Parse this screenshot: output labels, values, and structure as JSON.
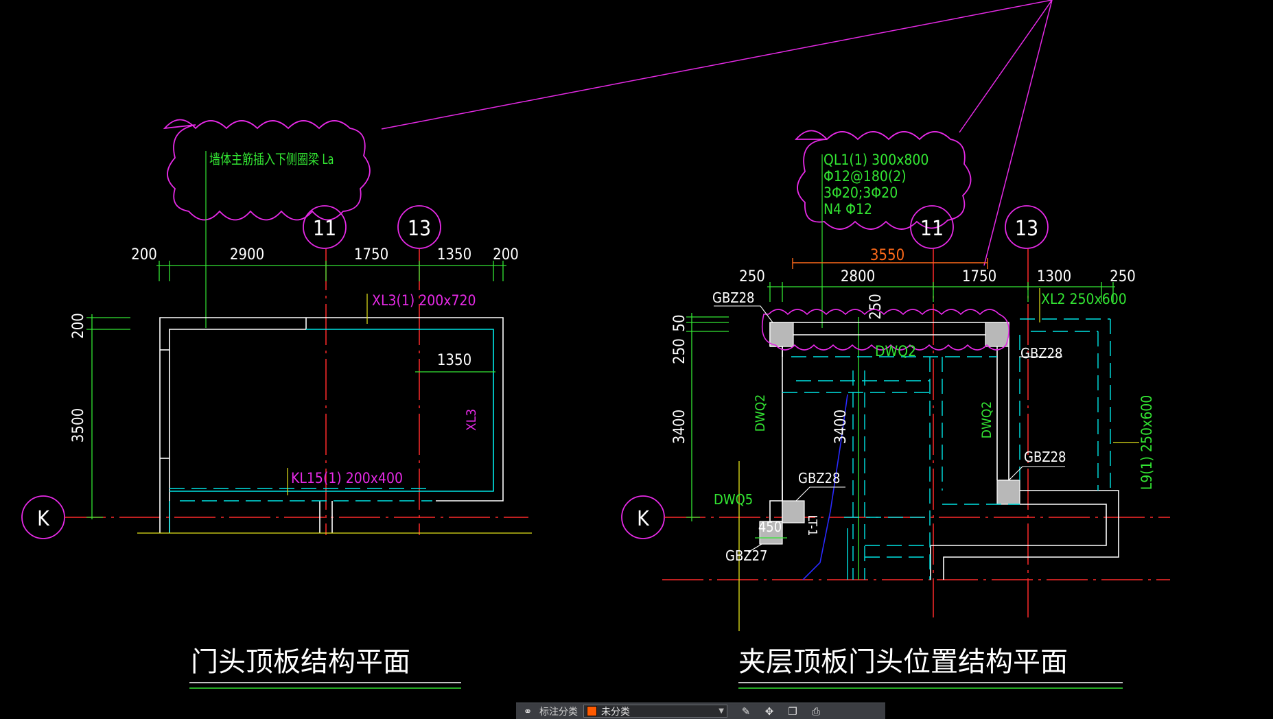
{
  "colors": {
    "background": "#000000",
    "wall": "#ffffff",
    "axis": "#ff2a2a",
    "dimension": "#33e633",
    "beam": "#00e5e5",
    "revision": "#e62ae6",
    "leader": "#e62ae6",
    "highlight": "#ff6a1a",
    "column_fill": "#b8b8b8",
    "stair": "#2a2aff"
  },
  "left_plan": {
    "title": "门头顶板结构平面",
    "cloud_note": "墙体主筋插入下侧圈梁 La",
    "axis_11": "11",
    "axis_13": "13",
    "axis_k": "K",
    "dims_top": [
      "200",
      "2900",
      "1750",
      "1350",
      "200"
    ],
    "dim_left_top": "200",
    "dim_left_main": "3500",
    "dim_inner": "1350",
    "label_xl3_top": "XL3(1) 200x720",
    "label_xl3_side": "XL3",
    "label_kl15": "KL15(1) 200x400"
  },
  "right_plan": {
    "title": "夹层顶板门头位置结构平面",
    "cloud_lines": [
      "QL1(1) 300x800",
      "Φ12@180(2)",
      "3Φ20;3Φ20",
      "N4 Φ12"
    ],
    "axis_11": "11",
    "axis_13": "13",
    "axis_k": "K",
    "dim_highlight": "3550",
    "dims_top": [
      "250",
      "2800",
      "1750",
      "1300",
      "250"
    ],
    "dims_left": [
      "50",
      "250",
      "3400"
    ],
    "dim_inner_vertical": "250",
    "dim_stair_vertical": "3400",
    "dim_bottom": "450",
    "label_gbz28_tl": "GBZ28",
    "label_gbz28_tr": "GBZ28",
    "label_gbz28_mr": "GBZ28",
    "label_gbz28_ml": "GBZ28",
    "label_gbz27": "GBZ27",
    "label_xl2": "XL2 250x600",
    "label_l9": "L9(1) 250x600",
    "label_dwq2_top": "DWQ2",
    "label_dwq2_left": "DWQ2",
    "label_dwq2_right": "DWQ2",
    "label_dwq5": "DWQ5",
    "label_lt1": "LT-1"
  },
  "toolbar": {
    "label": "标注分类",
    "selected_value": "未分类",
    "selected_color": "#ff5a00",
    "icons": [
      "layers-icon",
      "edit-icon",
      "move-icon",
      "copy-icon",
      "print-icon"
    ]
  }
}
